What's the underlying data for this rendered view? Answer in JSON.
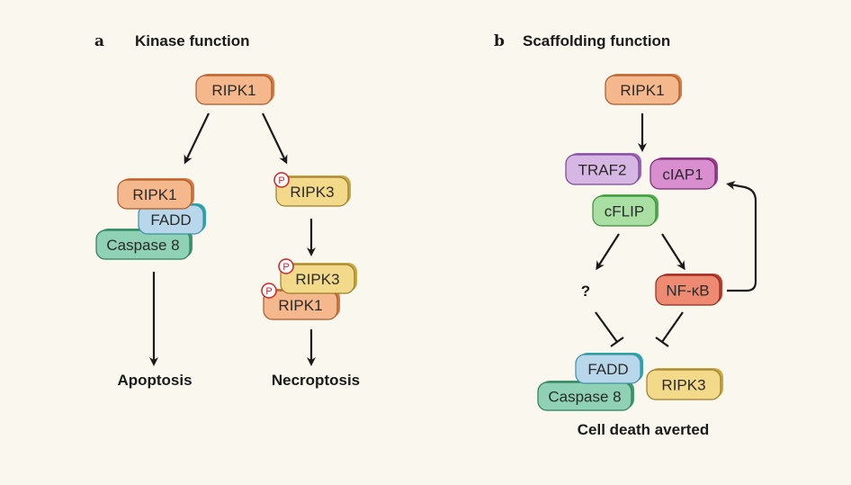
{
  "panels": {
    "a": {
      "letter": "a",
      "title": "Kinase function"
    },
    "b": {
      "letter": "b",
      "title": "Scaffolding function"
    }
  },
  "colors": {
    "RIPK1": {
      "fill": "#f5b88c",
      "shade": "#d9773f",
      "stroke": "#a85a2c"
    },
    "RIPK3": {
      "fill": "#f3d98a",
      "shade": "#c9a740",
      "stroke": "#9a7d2a"
    },
    "FADD": {
      "fill": "#b9d7ea",
      "shade": "#29a6a6",
      "stroke": "#3f8fa8"
    },
    "Caspase": {
      "fill": "#8fd1b5",
      "shade": "#3d9a70",
      "stroke": "#2f7d5a"
    },
    "TRAF2": {
      "fill": "#d6b6e2",
      "shade": "#9a63b3",
      "stroke": "#7a4a94"
    },
    "cIAP1": {
      "fill": "#d98fcf",
      "shade": "#9c3a8e",
      "stroke": "#7a2a70"
    },
    "cFLIP": {
      "fill": "#a9dfa3",
      "shade": "#4fb04a",
      "stroke": "#3b8e37"
    },
    "NFkB": {
      "fill": "#ef8a72",
      "shade": "#b83b2c",
      "stroke": "#8f2a1e"
    },
    "phospho": "#d32027"
  },
  "a": {
    "top": "RIPK1",
    "apoptosis_complex": [
      "RIPK1",
      "FADD",
      "Caspase 8"
    ],
    "ripk3": "RIPK3",
    "necrosome": [
      "RIPK3",
      "RIPK1"
    ],
    "phospho_label": "P",
    "outcome_left": "Apoptosis",
    "outcome_right": "Necroptosis"
  },
  "b": {
    "top": "RIPK1",
    "traf2": "TRAF2",
    "ciap1": "cIAP1",
    "cflip": "cFLIP",
    "unknown": "?",
    "nfkb": "NF-κB",
    "fadd": "FADD",
    "caspase": "Caspase 8",
    "ripk3": "RIPK3",
    "outcome": "Cell death averted"
  }
}
